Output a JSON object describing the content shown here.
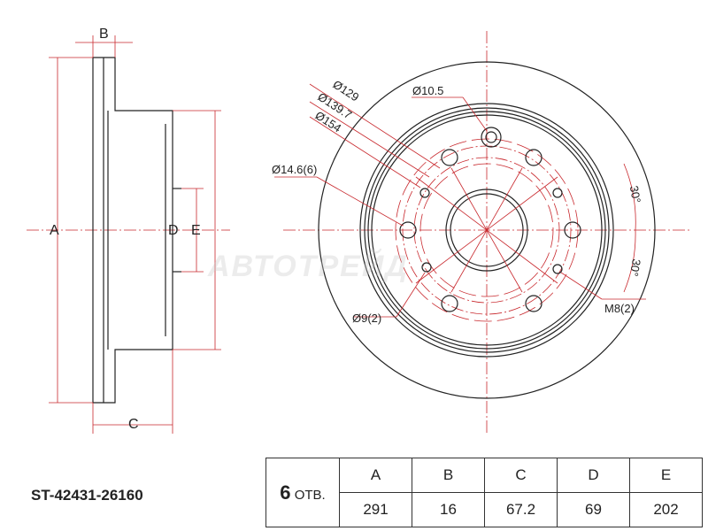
{
  "part_number": "ST-42431-26160",
  "watermark": "АВТОТРЕЙД",
  "holes": {
    "count": "6",
    "unit": "ОТВ."
  },
  "dimensions": {
    "headers": [
      "A",
      "B",
      "C",
      "D",
      "E"
    ],
    "values": [
      "291",
      "16",
      "67.2",
      "69",
      "202"
    ]
  },
  "side_labels": {
    "a": "A",
    "b": "B",
    "c": "C",
    "d": "D",
    "e": "E"
  },
  "callouts": {
    "d129": "Ø129",
    "d139": "Ø139.7",
    "d154": "Ø154",
    "d105": "Ø10.5",
    "d146": "Ø14.6(6)",
    "d9": "Ø9(2)",
    "m8": "M8(2)",
    "ang1": "30°",
    "ang2": "30°"
  },
  "colors": {
    "line": "#222222",
    "center": "#c8282d"
  }
}
